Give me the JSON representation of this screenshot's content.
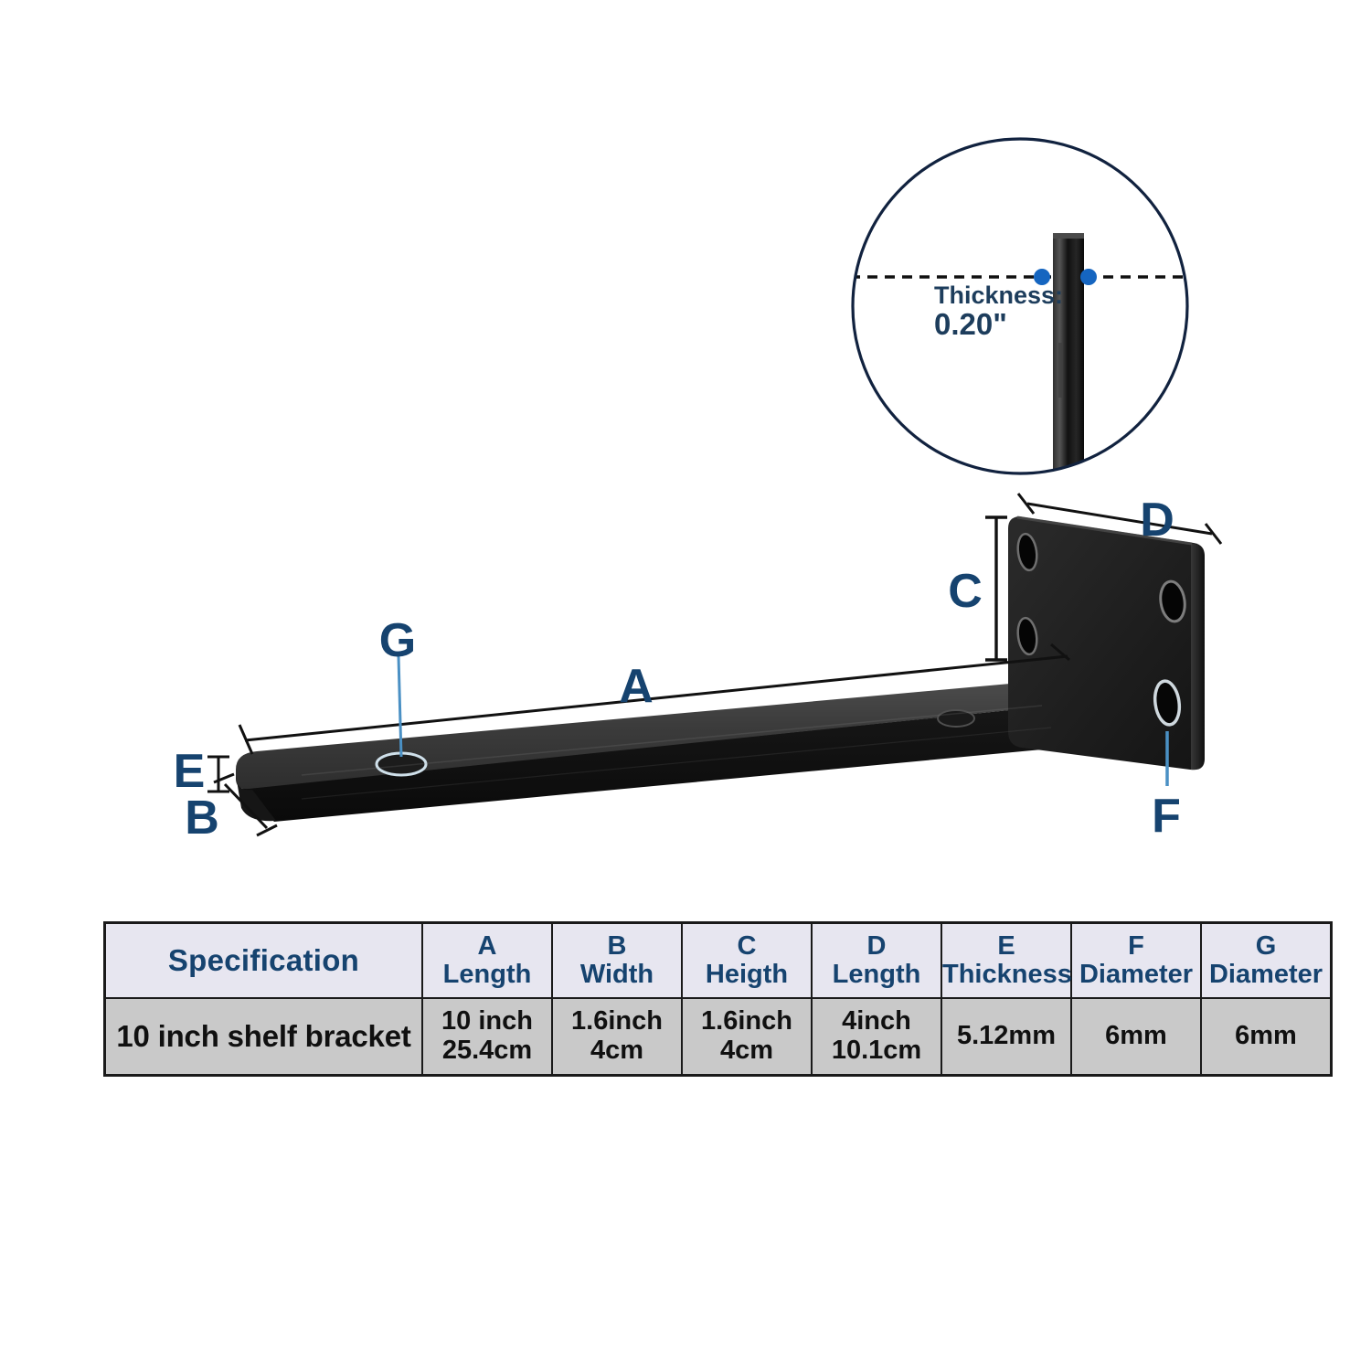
{
  "product": {
    "name": "10 inch shelf bracket",
    "type": "L-shaped steel shelf bracket"
  },
  "magnifier": {
    "thickness_label": "Thickness:",
    "thickness_value": "0.20\"",
    "accent_dot_color": "#1565c0",
    "circle_color": "#11223f"
  },
  "callouts": {
    "a": "A",
    "b": "B",
    "c": "C",
    "d": "D",
    "e": "E",
    "f": "F",
    "g": "G",
    "label_color": "#16436f",
    "leader_color": "#4a90c4"
  },
  "table": {
    "columns": [
      {
        "letter": "",
        "word": "Specification"
      },
      {
        "letter": "A",
        "word": "Length"
      },
      {
        "letter": "B",
        "word": "Width"
      },
      {
        "letter": "C",
        "word": "Heigth"
      },
      {
        "letter": "D",
        "word": "Length"
      },
      {
        "letter": "E",
        "word": "Thickness"
      },
      {
        "letter": "F",
        "word": "Diameter"
      },
      {
        "letter": "G",
        "word": "Diameter"
      }
    ],
    "row": {
      "spec": "10 inch shelf bracket",
      "a": {
        "line1": "10 inch",
        "line2": "25.4cm"
      },
      "b": {
        "line1": "1.6inch",
        "line2": "4cm"
      },
      "c": {
        "line1": "1.6inch",
        "line2": "4cm"
      },
      "d": {
        "line1": "4inch",
        "line2": "10.1cm"
      },
      "e": {
        "line1": "5.12mm",
        "line2": ""
      },
      "f": {
        "line1": "6mm",
        "line2": ""
      },
      "g": {
        "line1": "6mm",
        "line2": ""
      }
    },
    "header_bg": "#e7e6f0",
    "data_bg": "#c9c9c9",
    "border_color": "#1a1a1a"
  }
}
